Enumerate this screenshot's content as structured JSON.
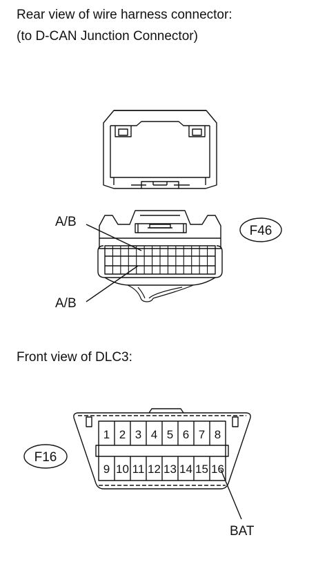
{
  "captions": {
    "rear_view_line1": "Rear view of wire harness connector:",
    "rear_view_line2": "(to D-CAN Junction Connector)",
    "front_view": "Front view of DLC3:"
  },
  "connectors": {
    "f46": {
      "id": "F46",
      "label_top": "A/B",
      "label_bottom": "A/B"
    },
    "f16": {
      "id": "F16",
      "terminal_label": "BAT"
    }
  },
  "dlc3_pins": {
    "top_row": [
      "1",
      "2",
      "3",
      "4",
      "5",
      "6",
      "7",
      "8"
    ],
    "bottom_row": [
      "9",
      "10",
      "11",
      "12",
      "13",
      "14",
      "15",
      "16"
    ]
  }
}
